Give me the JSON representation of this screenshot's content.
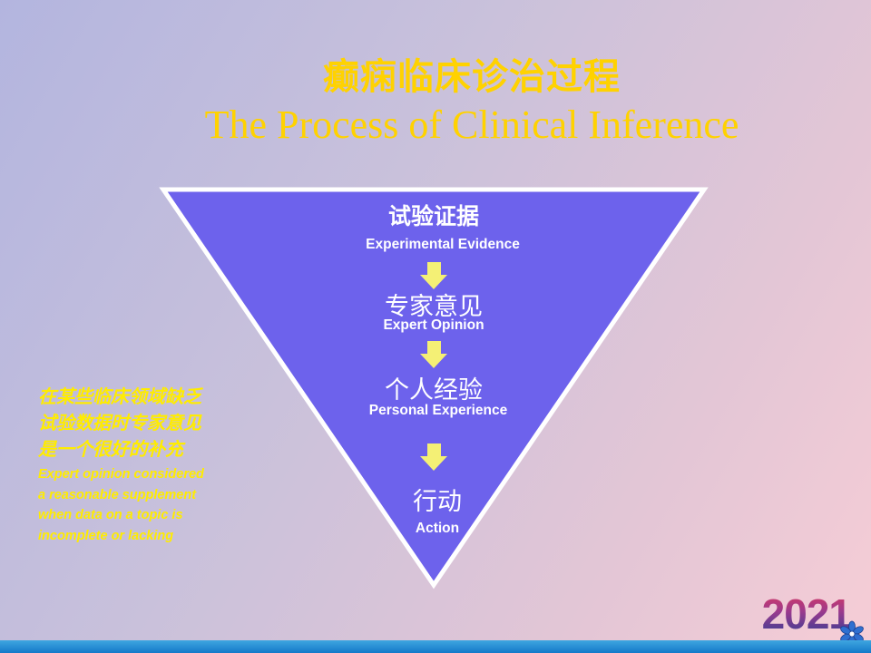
{
  "title": {
    "chinese": "癫痫临床诊治过程",
    "english": "The Process of Clinical Inference"
  },
  "steps": [
    {
      "chinese": "试验证据",
      "english": "Experimental Evidence"
    },
    {
      "chinese": "专家意见",
      "english": "Expert Opinion"
    },
    {
      "chinese": "个人经验",
      "english": "Personal Experience"
    },
    {
      "chinese": "行动",
      "english": "Action"
    }
  ],
  "side_note": {
    "chinese_lines": [
      "在某些临床领域缺乏",
      "试验数据时专家意见",
      "是一个很好的补充"
    ],
    "english_lines": [
      "Expert opinion considered",
      "a reasonable supplement",
      "when data on a topic is",
      "incomplete or lacking"
    ]
  },
  "footer": {
    "year": "2021"
  },
  "colors": {
    "title": "#ffd200",
    "triangle_fill": "#6d62ec",
    "triangle_border": "#ffffff",
    "arrow": "#f4f075",
    "side_note": "#ffec00"
  },
  "icons": [
    "down-arrow-icon",
    "flower-icon"
  ]
}
